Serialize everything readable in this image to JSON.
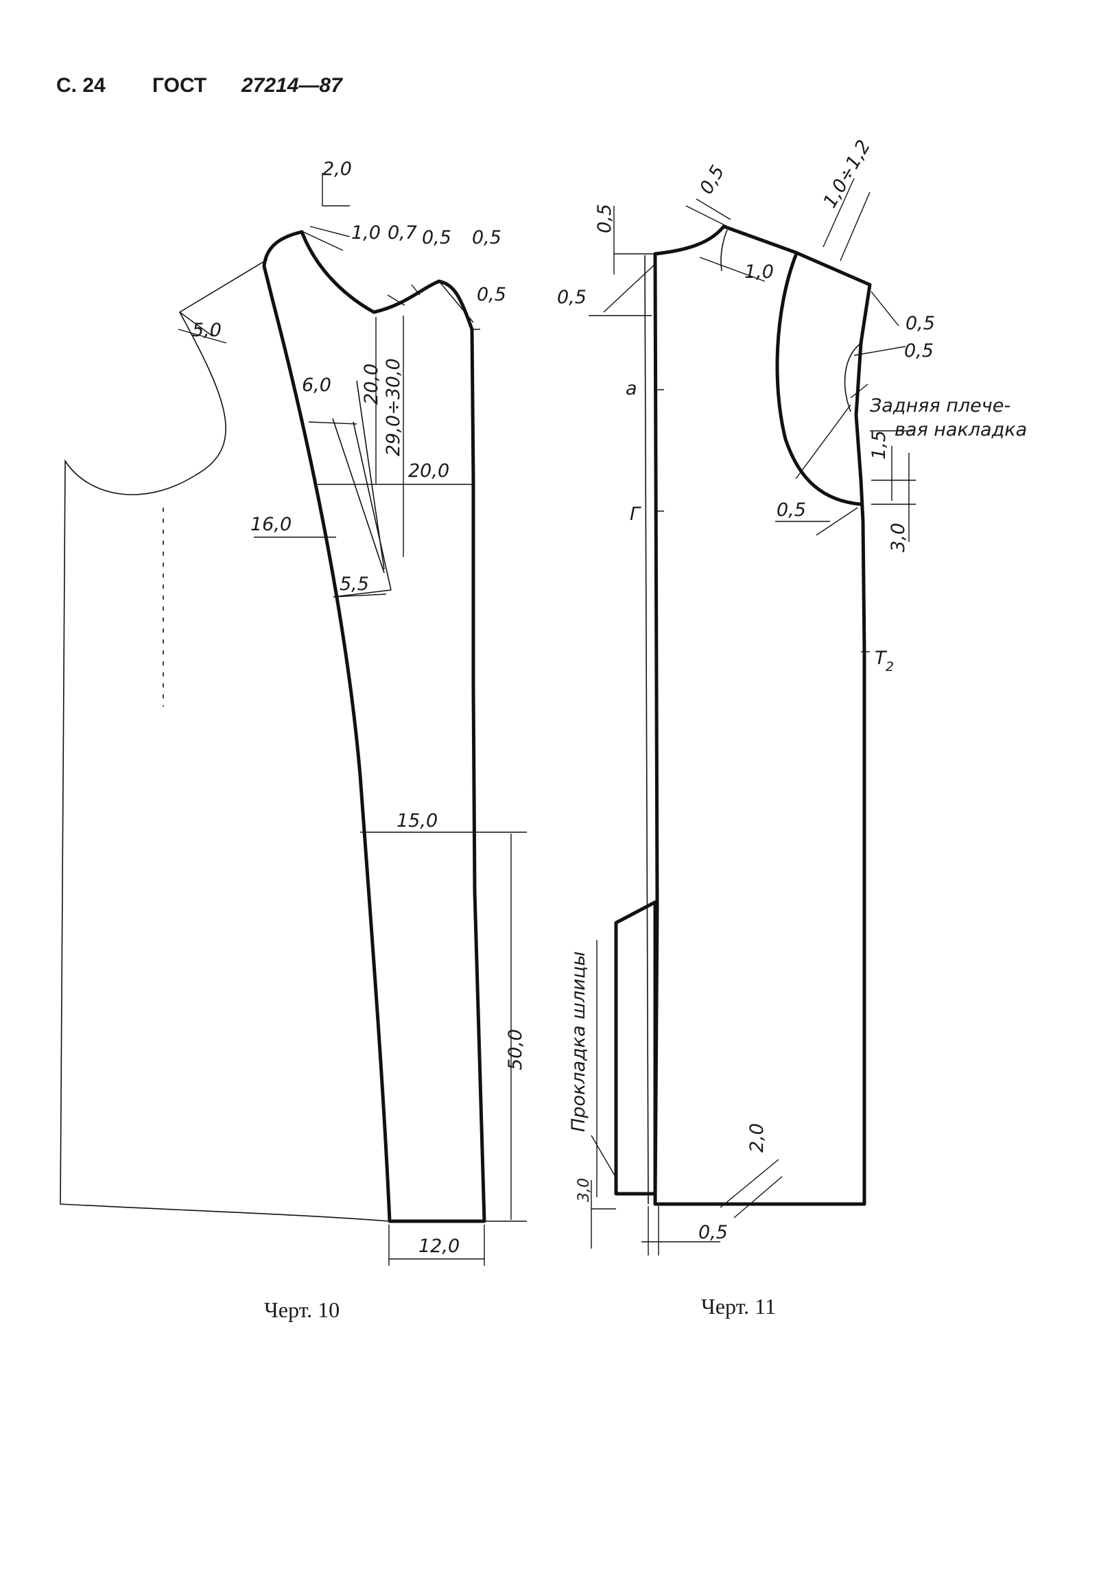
{
  "header": {
    "page": "С. 24",
    "standard": "ГОСТ",
    "number": "27214—87"
  },
  "drawing10": {
    "caption": "Черт. 10",
    "dims": {
      "d2_0": "2,0",
      "d1_0": "1,0",
      "d0_7": "0,7",
      "d0_5a": "0,5",
      "d0_5b": "0,5",
      "d0_5c": "0,5",
      "d5_0": "5,0",
      "d6_0": "6,0",
      "d20_0v": "20,0",
      "d29_30": "29,0÷30,0",
      "d20_0h": "20,0",
      "d16_0": "16,0",
      "d5_5": "5,5",
      "d15_0": "15,0",
      "d50_0": "50,0",
      "d12_0": "12,0"
    }
  },
  "drawing11": {
    "caption": "Черт. 11",
    "dims": {
      "d0_5top": "0,5",
      "d1_0_12": "1,0÷1,2",
      "d0_5left": "0,5",
      "d1_0": "1,0",
      "d0_5side": "0,5",
      "d0_5r1": "0,5",
      "d0_5r2": "0,5",
      "d1_5": "1,5",
      "d0_5mid": "0,5",
      "d3_0r": "3,0",
      "d2_0": "2,0",
      "d0_5bot": "0,5",
      "d3_0b": "3,0"
    },
    "labels": {
      "a": "а",
      "g": "Г",
      "t2": "Т",
      "t2sub": "2",
      "pad_line1": "Задняя плече-",
      "pad_line2": "вая накладка",
      "vent": "Прокладка шлицы"
    }
  }
}
